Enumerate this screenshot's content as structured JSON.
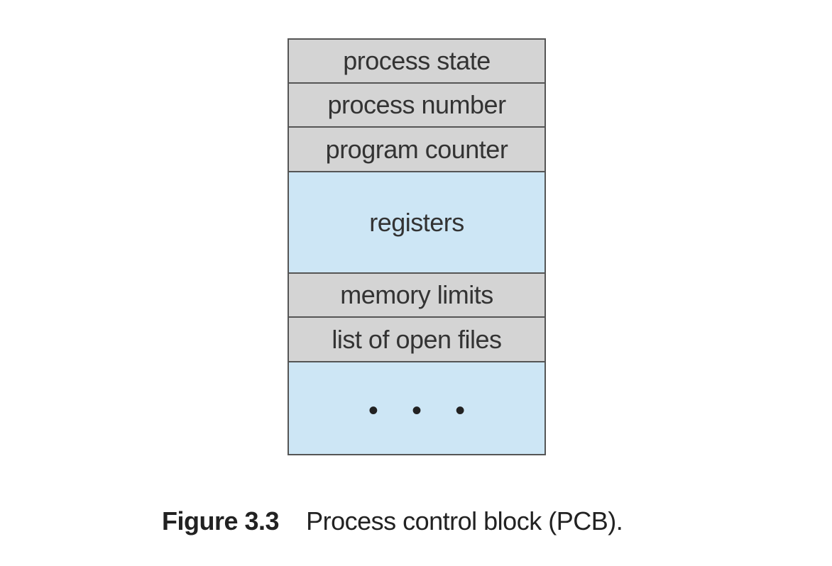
{
  "diagram": {
    "fields": [
      {
        "label": "process state",
        "fill": "#d4d4d4"
      },
      {
        "label": "process number",
        "fill": "#d4d4d4"
      },
      {
        "label": "program counter",
        "fill": "#d4d4d4"
      },
      {
        "label": "registers",
        "fill": "#cde6f5"
      },
      {
        "label": "memory limits",
        "fill": "#d4d4d4"
      },
      {
        "label": "list of open files",
        "fill": "#d4d4d4"
      },
      {
        "label": "• • •",
        "fill": "#cde6f5"
      }
    ]
  },
  "caption": {
    "label": "Figure 3.3",
    "text": "Process control block (PCB)."
  }
}
